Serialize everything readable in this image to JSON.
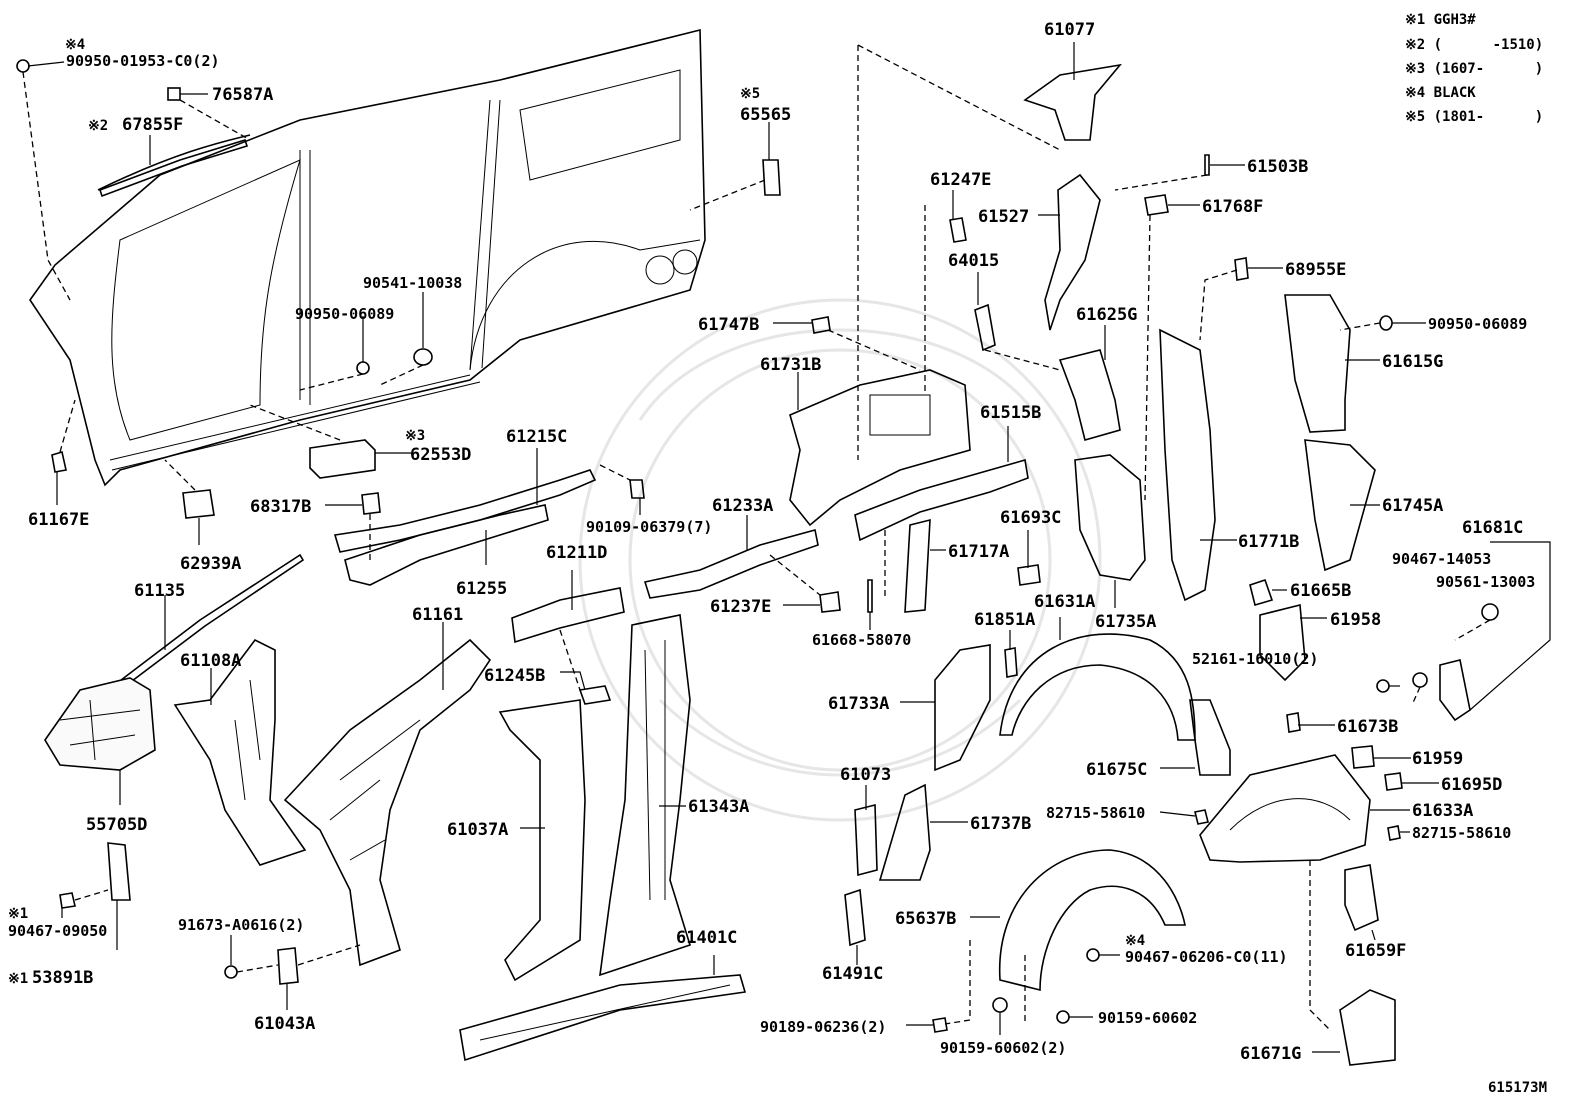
{
  "legend": {
    "notes": [
      "※1 GGH3#",
      "※2 (      -1510)",
      "※3 (1607-      )",
      "※4 BLACK",
      "※5 (1801-      )"
    ]
  },
  "diagram_id": "615173M",
  "markers": {
    "n1": "※1",
    "n2": "※2",
    "n3": "※3",
    "n4": "※4",
    "n5": "※5"
  },
  "parts": {
    "p_90950_01953": "90950-01953-C0(2)",
    "p_76587A": "76587A",
    "p_67855F": "67855F",
    "p_65565": "65565",
    "p_90541_10038": "90541-10038",
    "p_90950_06089_a": "90950-06089",
    "p_62553D": "62553D",
    "p_61167E": "61167E",
    "p_62939A": "62939A",
    "p_61135": "61135",
    "p_61108A": "61108A",
    "p_61161": "61161",
    "p_55705D": "55705D",
    "p_90467_09050": "90467-09050",
    "p_53891B": "53891B",
    "p_91673": "91673-A0616(2)",
    "p_61043A": "61043A",
    "p_68317B": "68317B",
    "p_61215C": "61215C",
    "p_61255": "61255",
    "p_90109": "90109-06379(7)",
    "p_61211D": "61211D",
    "p_61245B": "61245B",
    "p_61233A": "61233A",
    "p_61237E": "61237E",
    "p_61037A": "61037A",
    "p_61343A": "61343A",
    "p_61401C": "61401C",
    "p_61077": "61077",
    "p_61247E": "61247E",
    "p_61527": "61527",
    "p_64015": "64015",
    "p_61747B": "61747B",
    "p_61731B": "61731B",
    "p_61515B": "61515B",
    "p_61625G": "61625G",
    "p_61503B": "61503B",
    "p_61768F": "61768F",
    "p_68955E": "68955E",
    "p_90950_06089_b": "90950-06089",
    "p_61615G": "61615G",
    "p_61745A": "61745A",
    "p_61681C": "61681C",
    "p_90467_14053": "90467-14053",
    "p_90561_13003": "90561-13003",
    "p_61665B": "61665B",
    "p_61958": "61958",
    "p_52161": "52161-16010(2)",
    "p_61673B": "61673B",
    "p_61959": "61959",
    "p_61695D": "61695D",
    "p_61633A": "61633A",
    "p_82715_a": "82715-58610",
    "p_82715_b": "82715-58610",
    "p_61693C": "61693C",
    "p_61717A": "61717A",
    "p_61771B": "61771B",
    "p_61631A": "61631A",
    "p_61735A": "61735A",
    "p_61668": "61668-58070",
    "p_61851A": "61851A",
    "p_61733A": "61733A",
    "p_61675C": "61675C",
    "p_61073": "61073",
    "p_61737B": "61737B",
    "p_65637B": "65637B",
    "p_61491C": "61491C",
    "p_90467_06206": "90467-06206-C0(11)",
    "p_90189": "90189-06236(2)",
    "p_90159_a": "90159-60602",
    "p_90159_b": "90159-60602(2)",
    "p_61659F": "61659F",
    "p_61671G": "61671G"
  }
}
